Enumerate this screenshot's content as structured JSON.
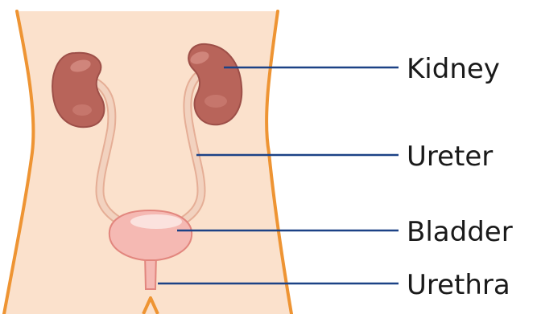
{
  "labels": {
    "kidney": "Kidney",
    "ureter": "Ureter",
    "bladder": "Bladder",
    "urethra": "Urethra"
  },
  "colors": {
    "torso_fill": "#fbe1cc",
    "torso_outline": "#ee9433",
    "kidney_fill": "#b8645a",
    "kidney_outline": "#9d4f48",
    "kidney_highlight": "#d0857b",
    "ureter_fill": "#f2d2bf",
    "ureter_outline": "#e5ae96",
    "bladder_fill": "#f5b9b3",
    "bladder_outline": "#e2867e",
    "bladder_highlight": "#fbe2de",
    "leader_line": "#1c4286",
    "label_text": "#1a1a1a"
  }
}
